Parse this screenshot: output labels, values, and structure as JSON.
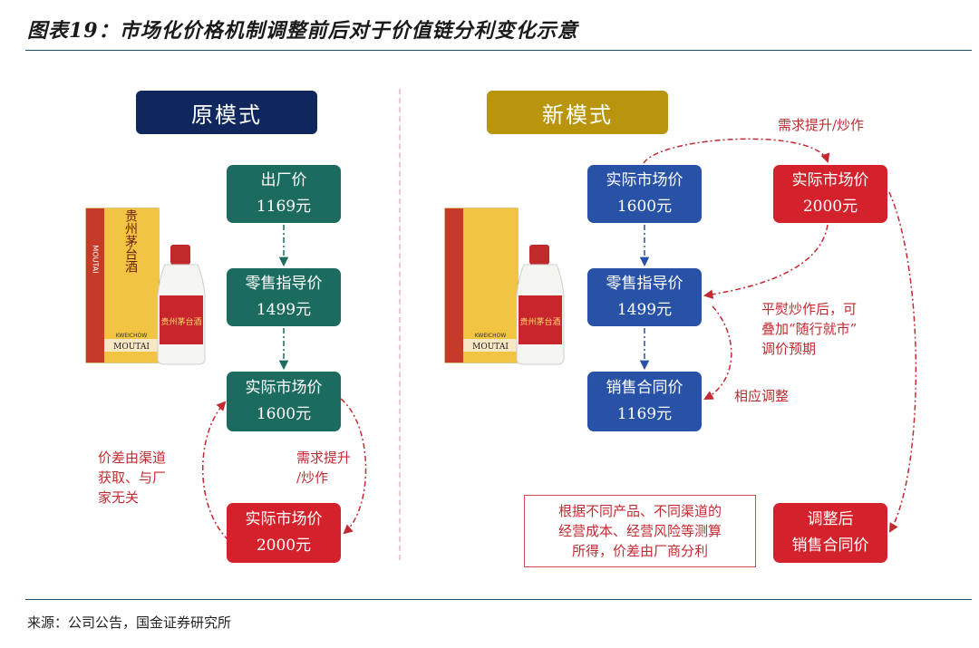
{
  "title": "图表19：市场化价格机制调整前后对于价值链分利变化示意",
  "source": "来源：公司公告，国金证券研究所",
  "old_model": {
    "header": "原模式",
    "boxes": [
      {
        "label": "出厂价",
        "value": "1169元"
      },
      {
        "label": "零售指导价",
        "value": "1499元"
      },
      {
        "label": "实际市场价",
        "value": "1600元"
      },
      {
        "label": "实际市场价",
        "value": "2000元"
      }
    ],
    "note_left": [
      "价差由渠道",
      "获取、与厂",
      "家无关"
    ],
    "note_right": [
      "需求提升",
      "/炒作"
    ]
  },
  "new_model": {
    "header": "新模式",
    "boxes": [
      {
        "label": "实际市场价",
        "value": "1600元"
      },
      {
        "label": "零售指导价",
        "value": "1499元"
      },
      {
        "label": "销售合同价",
        "value": "1169元"
      },
      {
        "label": "实际市场价",
        "value": "2000元"
      },
      {
        "label": "调整后",
        "value": "销售合同价"
      }
    ],
    "note_top": "需求提升/炒作",
    "note_mid": [
      "平熨炒作后，可",
      "叠加“随行就市”",
      "调价预期"
    ],
    "note_adjust": "相应调整",
    "note_box": [
      "根据不同产品、不同渠道的",
      "经营成本、经营风险等测算",
      "所得，价差由厂商分利"
    ]
  },
  "product_image": {
    "box_label_top": "MOUTAI",
    "box_label_bottom": "MOUTAI",
    "box_sub": "KWEICHOW",
    "bottle_label": "贵州茅台酒"
  },
  "colors": {
    "old_header": "#10275e",
    "new_header": "#b8950c",
    "green": "#1b6b5e",
    "blue": "#2852a5",
    "red": "#d3222c",
    "note_red": "#c22a32"
  }
}
